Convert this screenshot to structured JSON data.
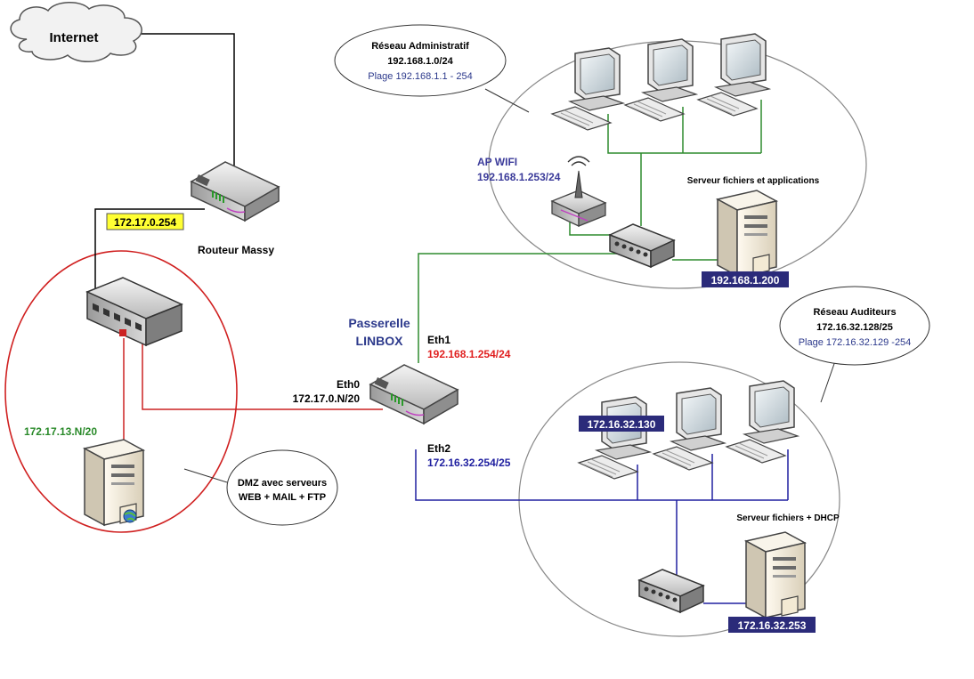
{
  "internet": {
    "label": "Internet"
  },
  "router": {
    "label": "Routeur Massy",
    "ip": "172.17.0.254"
  },
  "dmz": {
    "subnet": "172.17.13.N/20",
    "callout_line1": "DMZ avec serveurs",
    "callout_line2": "WEB + MAIL + FTP"
  },
  "gateway": {
    "title_line1": "Passerelle",
    "title_line2": "LINBOX",
    "eth0_name": "Eth0",
    "eth0_ip": "172.17.0.N/20",
    "eth1_name": "Eth1",
    "eth1_ip": "192.168.1.254/24",
    "eth2_name": "Eth2",
    "eth2_ip": "172.16.32.254/25"
  },
  "admin_network": {
    "title": "Réseau Administratif",
    "subnet": "192.168.1.0/24",
    "range": "Plage 192.168.1.1 - 254",
    "ap_label": "AP WIFI",
    "ap_ip": "192.168.1.253/24",
    "server_label": "Serveur fichiers et applications",
    "server_ip": "192.168.1.200"
  },
  "auditor_network": {
    "title": "Réseau Auditeurs",
    "subnet": "172.16.32.128/25",
    "range": "Plage 172.16.32.129 -254",
    "pc_ip": "172.16.32.130",
    "server_label": "Serveur fichiers + DHCP",
    "server_ip": "172.16.32.253"
  },
  "colors": {
    "wan_line": "#000000",
    "dmz_line": "#cc2222",
    "admin_line": "#2e8b2e",
    "auditor_line": "#2020a0",
    "ip_box_bg": "#2b2b7a",
    "router_ip_bg": "#ffff33"
  }
}
